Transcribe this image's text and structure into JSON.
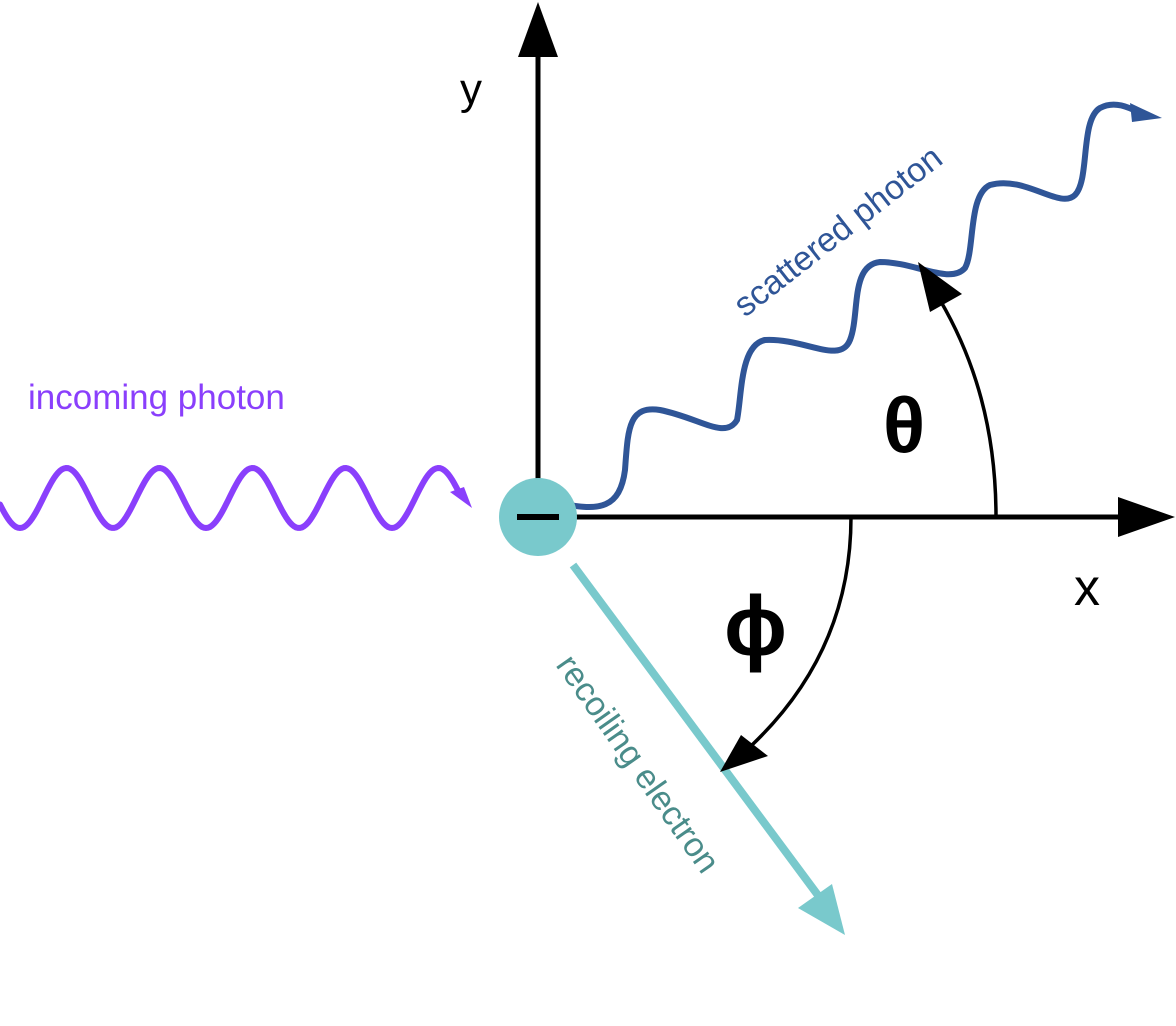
{
  "labels": {
    "y_axis": "y",
    "x_axis": "x",
    "incoming_photon": "incoming photon",
    "scattered_photon": "scattered photon",
    "recoiling_electron": "recoiling electron",
    "theta": "θ",
    "phi": "ϕ",
    "electron_charge": "−"
  },
  "colors": {
    "incoming_photon": "#8a3ffc",
    "scattered_photon": "#2f5597",
    "recoiling_electron_arrow": "#79c9cc",
    "recoiling_electron_text": "#4a8c8a",
    "electron_fill": "#79c9cc",
    "axis": "#000000"
  },
  "icons": {
    "electron": "filled-circle-with-minus"
  }
}
